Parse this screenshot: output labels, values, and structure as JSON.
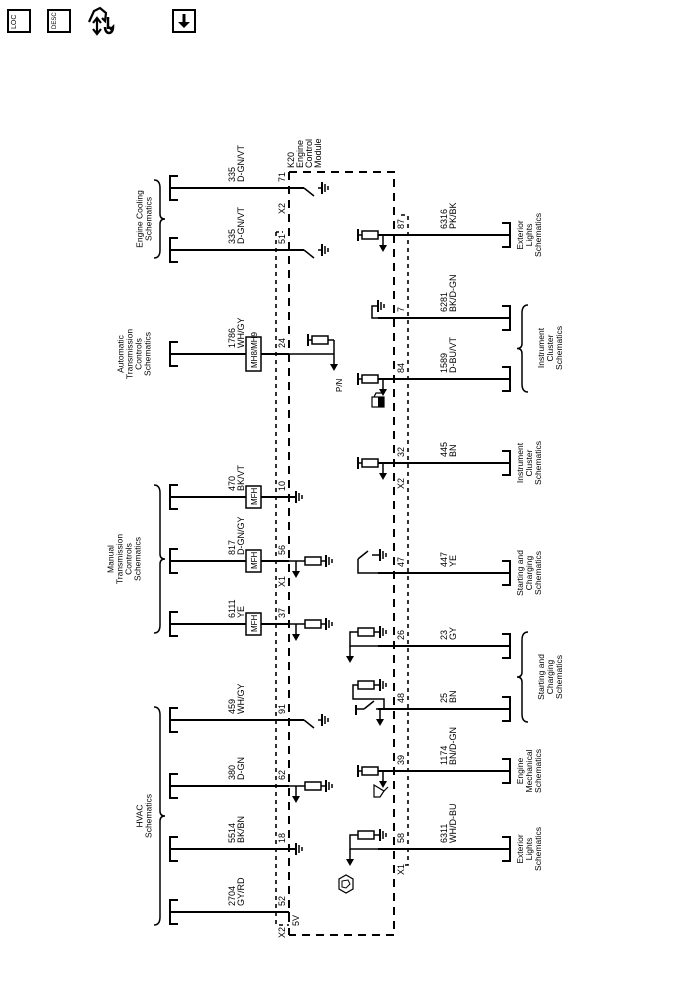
{
  "toolbar": {
    "buttons": [
      {
        "name": "loc-button",
        "label": "LOC",
        "icon": "location-icon"
      },
      {
        "name": "desc-button",
        "label": "DESC",
        "icon": "description-icon"
      },
      {
        "name": "connector-tool-button",
        "label": "",
        "icon": "connector-wrench-icon"
      },
      {
        "name": "scroll-down-button",
        "label": "",
        "icon": "arrow-down-icon"
      }
    ]
  },
  "module": {
    "ref": "K20",
    "name_lines": [
      "Engine",
      "Control",
      "Module"
    ]
  },
  "left_circuits": [
    {
      "pin": "71",
      "wire": "335",
      "color": "D-GN/VT",
      "connector": "X2",
      "load": "switch-ground"
    },
    {
      "pin": "51",
      "wire": "335",
      "color": "D-GN/VT",
      "connector": "",
      "load": "switch-ground"
    },
    {
      "pin": "24",
      "wire": "1786",
      "color": "WH/GY",
      "inline": "MH8/MH9",
      "load": "pullup-input",
      "signal": "P/N"
    },
    {
      "pin": "10",
      "wire": "470",
      "color": "BK/VT",
      "inline": "MFH",
      "load": "ground"
    },
    {
      "pin": "56",
      "wire": "817",
      "color": "D-GN/GY",
      "inline": "MFH",
      "connector": "X1",
      "load": "resistor-ground-input"
    },
    {
      "pin": "37",
      "wire": "6111",
      "color": "YE",
      "inline": "MFH",
      "load": "resistor-ground-input"
    },
    {
      "pin": "91",
      "wire": "459",
      "color": "WH/GY",
      "load": "switch-ground"
    },
    {
      "pin": "62",
      "wire": "380",
      "color": "D-GN",
      "load": "resistor-ground-input"
    },
    {
      "pin": "18",
      "wire": "5514",
      "color": "BK/BN",
      "load": "ground"
    },
    {
      "pin": "52",
      "wire": "2704",
      "color": "GY/RD",
      "connector": "X2",
      "load": "5V",
      "supply": "5V"
    }
  ],
  "left_groups": [
    {
      "lines": [
        "Engine Cooling",
        "Schematics"
      ]
    },
    {
      "lines": [
        "Automatic",
        "Transmission",
        "Controls",
        "Schematics"
      ]
    },
    {
      "lines": [
        "Manual",
        "Transmission",
        "Controls",
        "Schematics"
      ]
    },
    {
      "lines": [
        "HVAC",
        "Schematics"
      ]
    }
  ],
  "right_circuits": [
    {
      "pin": "87",
      "wire": "6316",
      "color": "PK/BK",
      "load": "pullup-input"
    },
    {
      "pin": "7",
      "wire": "6281",
      "color": "BK/D-GN",
      "load": "ground"
    },
    {
      "pin": "84",
      "wire": "1589",
      "color": "D-BU/VT",
      "load": "pullup-input",
      "symbol": "fuel-icon"
    },
    {
      "pin": "32",
      "wire": "445",
      "color": "BN",
      "connector": "X2",
      "load": "pullup-input"
    },
    {
      "pin": "47",
      "wire": "447",
      "color": "YE",
      "load": "switch-ground"
    },
    {
      "pin": "26",
      "wire": "23",
      "color": "GY",
      "load": "resistor-ground-input"
    },
    {
      "pin": "48",
      "wire": "25",
      "color": "BN",
      "load": "switch-resistor-input"
    },
    {
      "pin": "39",
      "wire": "1174",
      "color": "BN/D-GN",
      "load": "pullup-input",
      "symbol": "oil-pressure-icon"
    },
    {
      "pin": "58",
      "wire": "6311",
      "color": "WH/D-BU",
      "connector": "X1",
      "load": "resistor-ground-input",
      "symbol": "hand-icon"
    }
  ],
  "right_groups": [
    {
      "lines": [
        "Exterior",
        "Lights",
        "Schematics"
      ]
    },
    {
      "lines": [
        "Instrument",
        "Cluster",
        "Schematics"
      ]
    },
    {
      "lines": [
        "Instrument",
        "Cluster",
        "Schematics"
      ]
    },
    {
      "lines": [
        "Starting and",
        "Charging",
        "Schematics"
      ]
    },
    {
      "lines": [
        "Starting and",
        "Charging",
        "Schematics"
      ]
    },
    {
      "lines": [
        "Engine",
        "Mechanical",
        "Schematics"
      ]
    },
    {
      "lines": [
        "Exterior",
        "Lights",
        "Schematics"
      ]
    }
  ]
}
